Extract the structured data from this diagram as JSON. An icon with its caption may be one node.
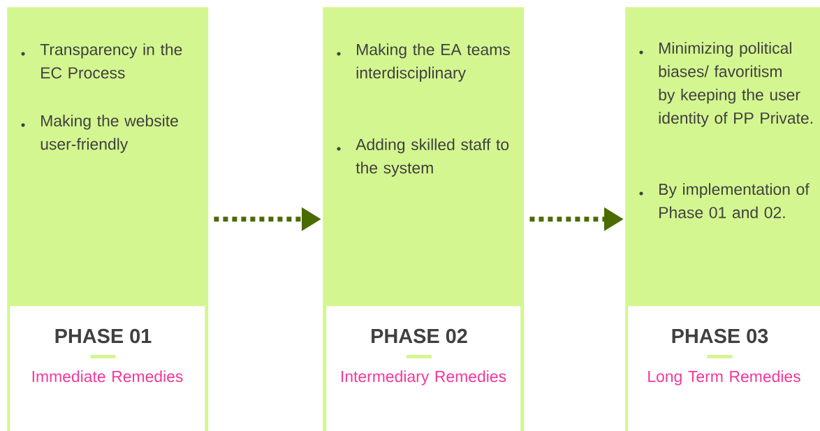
{
  "diagram": {
    "nodes": [
      {
        "text": [
          "Transparency in the EC Process",
          "Making the website user-friendly"
        ]
      },
      {
        "text": [
          "PHASE 01",
          "Immediate Remedies"
        ],
        "in": 0
      },
      {
        "text": [
          "Making the EA teams interdisciplinary",
          "Adding skilled staff to the system"
        ]
      },
      {
        "text": [
          "PHASE 02",
          "Intermediary Remedies"
        ],
        "in": 2
      },
      {
        "text": [
          "Minimizing political biases/ favoritism by keeping the user identity of PP Private.",
          "By implementation of Phase 01 and 02."
        ]
      },
      {
        "text": [
          "PHASE 03",
          "Long Term Remedies"
        ],
        "in": 4
      }
    ],
    "edges": [
      {
        "from": 0,
        "to": 2,
        "arrow": "to",
        "style": "dashed"
      },
      {
        "from": 2,
        "to": 4,
        "arrow": "to",
        "style": "dashed"
      }
    ]
  }
}
